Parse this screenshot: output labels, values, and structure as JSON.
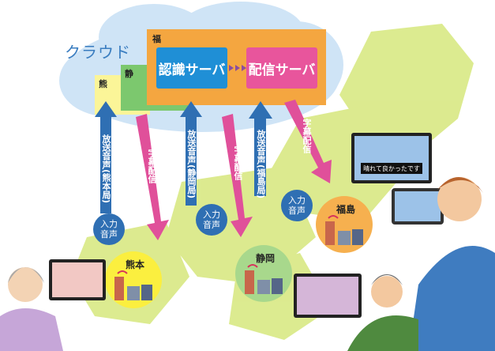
{
  "cloud": {
    "label": "クラウド"
  },
  "regions": {
    "fukushima": "福",
    "shizuoka": "静",
    "kumamoto": "熊"
  },
  "servers": {
    "recognition": "認識サーバ",
    "delivery": "配信サーバ"
  },
  "arrows": {
    "kumamoto_up": "放送音声(熊本局)",
    "kumamoto_down": "字幕配信",
    "shizuoka_up": "放送音声(静岡局)",
    "shizuoka_down": "字幕配信",
    "fukushima_up": "放送音声(福島局)",
    "fukushima_down": "字幕配信"
  },
  "input_audio": "入力\n音声",
  "stations": {
    "kumamoto": "熊本",
    "shizuoka": "静岡",
    "fukushima": "福島"
  },
  "tv_caption": "晴れて良かったです",
  "colors": {
    "up_arrow": "#2f6fb3",
    "down_arrow": "#e0509a",
    "recognition": "#1f8fd6",
    "delivery": "#e8559c",
    "orange_box": "#f4a640",
    "map": "#c9df5a"
  }
}
